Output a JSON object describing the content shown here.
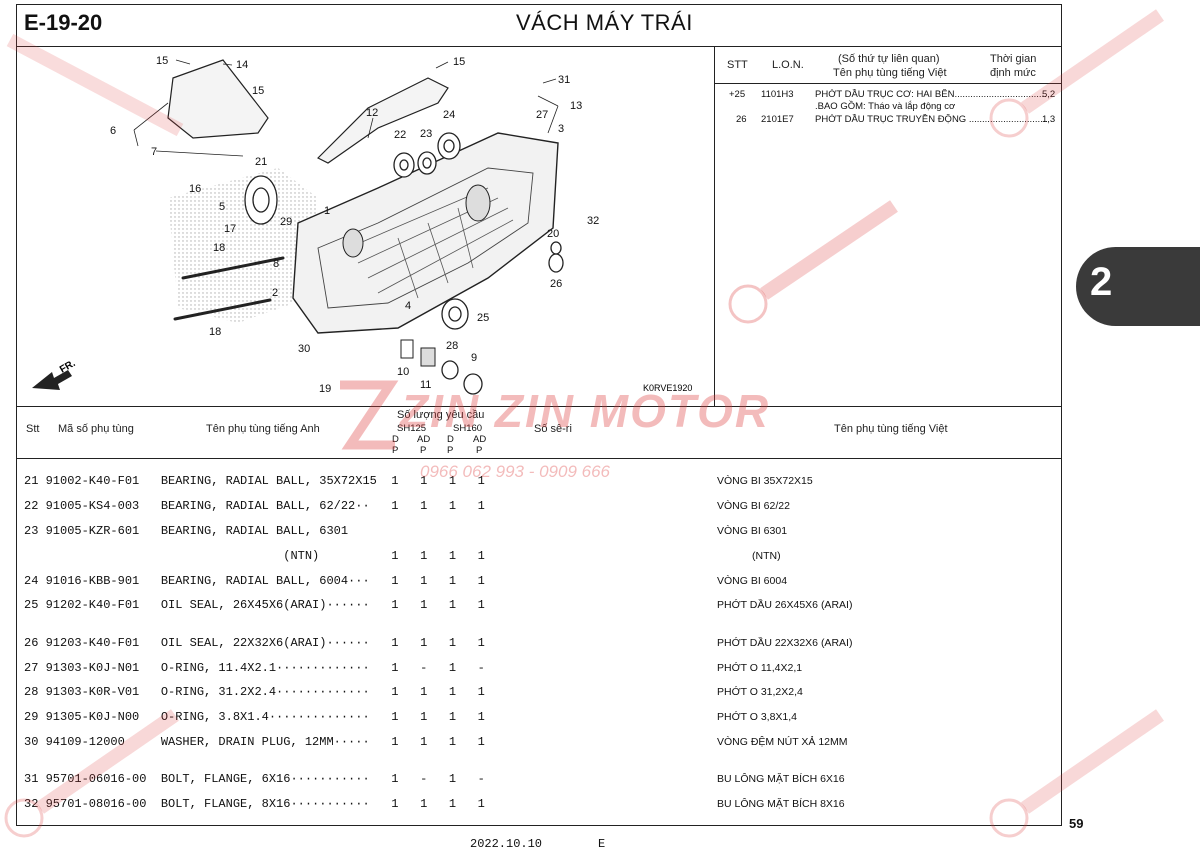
{
  "header": {
    "code": "E-19-20",
    "title": "VÁCH MÁY TRÁI"
  },
  "ref_table": {
    "col_stt": "STT",
    "col_lon": "L.O.N.",
    "col_desc_1": "(Số thứ tự liên quan)",
    "col_desc_2": "Tên phụ tùng tiếng Việt",
    "col_time_1": "Thời gian",
    "col_time_2": "định mức",
    "rows": [
      {
        "stt": "+25",
        "lon": "1101H3",
        "desc": "PHỚT DẦU TRỤC CƠ: HAI BÊN.....................................",
        "time": "5,2"
      },
      {
        "stt": "",
        "lon": "",
        "desc": ".BAO GỒM: Tháo và lắp động cơ",
        "time": ""
      },
      {
        "stt": "26",
        "lon": "2101E7",
        "desc": "PHỚT DẦU TRỤC TRUYỀN ĐỘNG ................................",
        "time": "1,3"
      }
    ]
  },
  "diagram": {
    "figure_code": "K0RVE1920",
    "front_label": "FR.",
    "callouts": [
      "15",
      "14",
      "15",
      "15",
      "31",
      "13",
      "27",
      "3",
      "6",
      "12",
      "22",
      "23",
      "24",
      "7",
      "21",
      "16",
      "5",
      "1",
      "32",
      "17",
      "29",
      "20",
      "8",
      "18",
      "26",
      "2",
      "4",
      "25",
      "18",
      "28",
      "30",
      "9",
      "10",
      "11",
      "19"
    ]
  },
  "parts_table": {
    "col_stt": "Stt",
    "col_part_no": "Mã số phụ tùng",
    "col_name_en": "Tên phụ tùng tiếng Anh",
    "col_qty": "Số lượng yêu cầu",
    "models": [
      "SH125",
      "SH160"
    ],
    "sub_1": "D",
    "sub_2": "AD",
    "sub_p": "P",
    "col_serial": "Số sê-ri",
    "col_name_vn": "Tên phụ tùng tiếng Việt",
    "rows": [
      {
        "line": "21 91002-K40-F01   BEARING, RADIAL BALL, 35X72X15  1   1   1   1",
        "vn": "VÒNG BI 35X72X15"
      },
      {
        "line": "22 91005-KS4-003   BEARING, RADIAL BALL, 62/22··   1   1   1   1",
        "vn": "VÒNG BI 62/22"
      },
      {
        "line": "23 91005-KZR-601   BEARING, RADIAL BALL, 6301",
        "vn": "VÒNG BI 6301"
      },
      {
        "line": "                                    (NTN)          1   1   1   1",
        "vn": "            (NTN)"
      },
      {
        "line": "24 91016-KBB-901   BEARING, RADIAL BALL, 6004···   1   1   1   1",
        "vn": "VÒNG BI 6004"
      },
      {
        "line": "25 91202-K40-F01   OIL SEAL, 26X45X6(ARAI)······   1   1   1   1",
        "vn": "PHỚT DẦU 26X45X6 (ARAI)"
      },
      {
        "line": "",
        "vn": ""
      },
      {
        "line": "26 91203-K40-F01   OIL SEAL, 22X32X6(ARAI)······   1   1   1   1",
        "vn": "PHỚT DẦU 22X32X6 (ARAI)"
      },
      {
        "line": "27 91303-K0J-N01   O-RING, 11.4X2.1·············   1   -   1   -",
        "vn": "PHỚT O 11,4X2,1"
      },
      {
        "line": "28 91303-K0R-V01   O-RING, 31.2X2.4·············   1   1   1   1",
        "vn": "PHỚT O 31,2X2,4"
      },
      {
        "line": "29 91305-K0J-N00   O-RING, 3.8X1.4··············   1   1   1   1",
        "vn": "PHỚT O 3,8X1,4"
      },
      {
        "line": "30 94109-12000     WASHER, DRAIN PLUG, 12MM·····   1   1   1   1",
        "vn": "VÒNG ĐỆM NÚT XẢ 12MM"
      },
      {
        "line": "",
        "vn": ""
      },
      {
        "line": "31 95701-06016-00  BOLT, FLANGE, 6X16···········   1   -   1   -",
        "vn": "BU LÔNG MẶT BÍCH 6X16"
      },
      {
        "line": "32 95701-08016-00  BOLT, FLANGE, 8X16···········   1   1   1   1",
        "vn": "BU LÔNG MẶT BÍCH 8X16"
      }
    ]
  },
  "section_tab": "2",
  "page_number": "59",
  "footer": {
    "date": "2022.10.10",
    "edition": "E"
  },
  "watermark": {
    "brand": "ZIN ZIN MOTOR",
    "phones": "0966 062 993 - 0909 666",
    "color": "#dc3c3c"
  }
}
